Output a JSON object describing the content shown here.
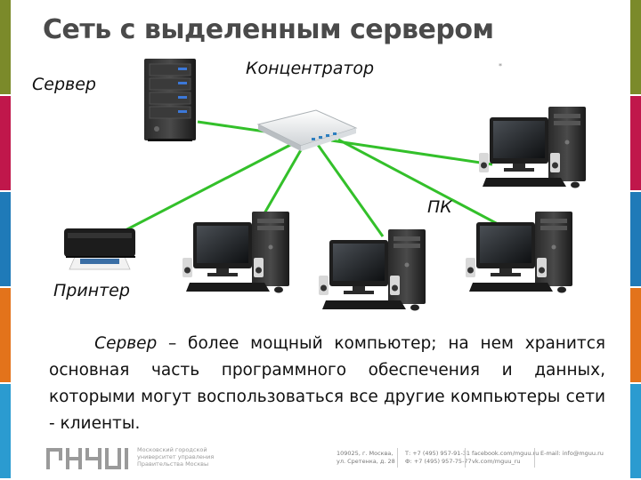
{
  "title": "Сеть с выделенным сервером",
  "labels": {
    "server": "Сервер",
    "hub": "Концентратор",
    "pc": "ПК",
    "printer": "Принтер",
    "star_mark": "*"
  },
  "definition": {
    "term": "Сервер",
    "text": " – более мощный компьютер; на нем хранится основная часть программного обеспечения и данных, которыми могут воспользоваться все другие компьютеры  сети - клиенты."
  },
  "diagram": {
    "nodes": [
      "Сервер",
      "Концентратор",
      "Принтер",
      "ПК",
      "ПК",
      "ПК",
      "ПК"
    ],
    "links": [
      [
        "Концентратор",
        "Сервер"
      ],
      [
        "Концентратор",
        "Принтер"
      ],
      [
        "Концентратор",
        "ПК"
      ],
      [
        "Концентратор",
        "ПК"
      ],
      [
        "Концентратор",
        "ПК"
      ],
      [
        "Концентратор",
        "ПК"
      ]
    ],
    "link_color": "#33c02a"
  },
  "side_colors": [
    "#7b8a2a",
    "#c0174b",
    "#1f7ab8",
    "#e3731b",
    "#2b9bd0"
  ],
  "footer": {
    "university": "Московский городской университет управления Правительства Москвы",
    "address": [
      "109025, г. Москва,",
      "ул. Сретенка, д. 28"
    ],
    "phones": [
      "Т: +7 (495) 957-91-31",
      "Ф: +7 (495) 957-75-77"
    ],
    "social": [
      "facebook.com/mguu.ru",
      "vk.com/mguu_ru"
    ],
    "email": "E-mail: info@mguu.ru"
  }
}
